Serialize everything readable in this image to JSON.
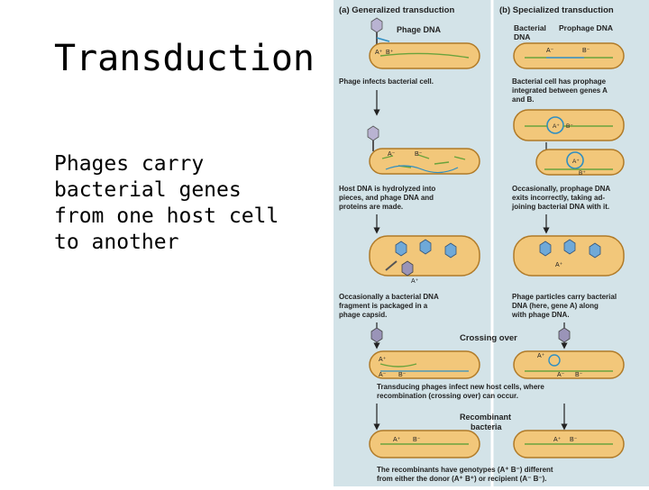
{
  "slide": {
    "title": "Transduction",
    "body_lines": [
      "Phages carry",
      "bacterial genes",
      "from one host cell",
      "to another"
    ]
  },
  "figure": {
    "panel_a": {
      "title": "(a) Generalized transduction",
      "phage_dna_label": "Phage DNA",
      "gene_a_plus": "A⁺",
      "gene_b_plus": "B⁺",
      "gene_a_minus": "A⁻",
      "gene_b_minus": "B⁻",
      "step1": [
        "Phage infects bacterial cell."
      ],
      "step2": [
        "Host DNA is hydrolyzed into",
        "pieces, and phage DNA and",
        "proteins are made."
      ],
      "step3": [
        "Occasionally a bacterial DNA",
        "fragment is packaged in a",
        "phage capsid."
      ]
    },
    "panel_b": {
      "title": "(b) Specialized transduction",
      "bacterial_dna_label": [
        "Bacterial",
        "DNA"
      ],
      "prophage_dna_label": "Prophage DNA",
      "gene_a_plus": "A⁺",
      "gene_b_plus": "B⁺",
      "gene_a_minus": "A⁻",
      "gene_b_minus": "B⁻",
      "step1": [
        "Bacterial cell has prophage",
        "integrated between genes A",
        "and B."
      ],
      "step2": [
        "Occasionally, prophage DNA",
        "exits incorrectly, taking ad-",
        "joining bacterial DNA with it."
      ],
      "step3": [
        "Phage particles carry bacterial",
        "DNA (here, gene A) along",
        "with phage DNA."
      ]
    },
    "shared": {
      "crossing_over": "Crossing over",
      "transducing_caption": [
        "Transducing phages infect new host cells, where",
        "recombination (crossing over) can occur."
      ],
      "recombinant_label": [
        "Recombinant",
        "bacteria"
      ],
      "final_caption": [
        "The recombinants have genotypes (A⁺ B⁻) different",
        "from either the donor (A⁺ B⁺) or recipient (A⁻ B⁻)."
      ]
    }
  }
}
